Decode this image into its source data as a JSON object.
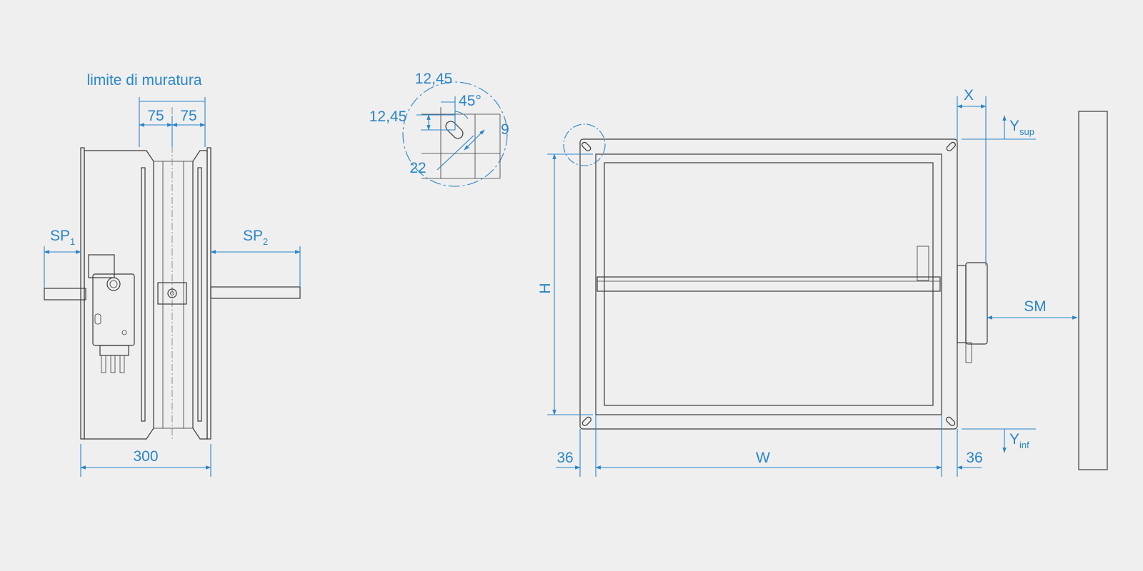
{
  "side_view": {
    "wall_limit_label": "limite di muratura",
    "dim_left_75": "75",
    "dim_right_75": "75",
    "dim_depth": "300",
    "sp1_main": "SP",
    "sp1_sub": "1",
    "sp2_main": "SP",
    "sp2_sub": "2"
  },
  "detail": {
    "dim_top": "12,45",
    "dim_left": "12,45",
    "dim_angle": "45°",
    "dim_slot": "9",
    "dim_diag": "22"
  },
  "front_view": {
    "dim_x": "X",
    "ysup_main": "Y",
    "ysup_sub": "sup",
    "yinf_main": "Y",
    "yinf_sub": "inf",
    "dim_h": "H",
    "dim_w": "W",
    "dim_sm": "SM",
    "dim_left_36": "36",
    "dim_right_36": "36"
  },
  "colors": {
    "dimension": "#2a86c8",
    "body": "#3a3a3a",
    "background": "#efefef"
  }
}
